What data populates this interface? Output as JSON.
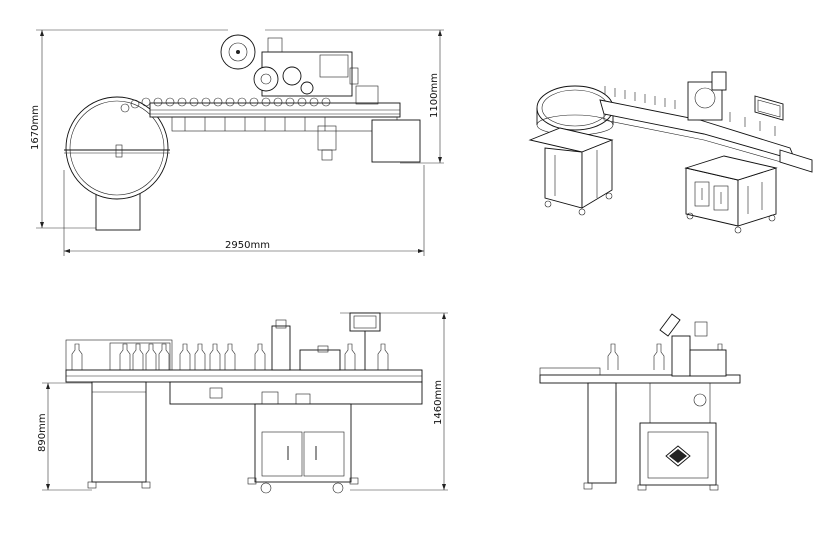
{
  "dimensions": {
    "overall_width": "2950mm",
    "overall_depth": "1670mm",
    "conveyor_depth": "1100mm",
    "overall_height": "1460mm",
    "conveyor_height": "890mm"
  },
  "views": [
    {
      "id": "top"
    },
    {
      "id": "isometric"
    },
    {
      "id": "front"
    },
    {
      "id": "side"
    }
  ]
}
